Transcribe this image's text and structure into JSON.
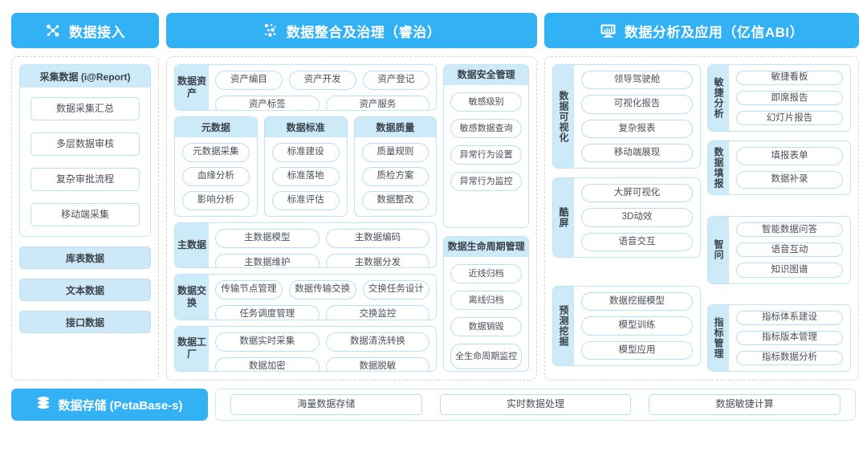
{
  "columns": {
    "ingest": {
      "header": {
        "title": "数据接入",
        "icon": "nodes-network-icon",
        "color": "#33b1f5"
      },
      "card": {
        "title": "采集数据 (i@Report)",
        "items": [
          "数据采集汇总",
          "多层数据审核",
          "复杂审批流程",
          "移动端采集"
        ]
      },
      "standalone": [
        "库表数据",
        "文本数据",
        "接口数据"
      ]
    },
    "govern": {
      "header": {
        "title": "数据整合及治理（睿治）",
        "icon": "data-dots-icon",
        "color": "#33b1f5"
      },
      "groups": [
        {
          "label": "数据资产",
          "rows": [
            [
              "资产编目",
              "资产开发",
              "资产登记"
            ],
            [
              "资产标签",
              "资产服务"
            ]
          ]
        },
        {
          "label": "主数据",
          "rows": [
            [
              "主数据模型",
              "主数据编码"
            ],
            [
              "主数据维护",
              "主数据分发"
            ]
          ]
        },
        {
          "label": "数据交换",
          "rows": [
            [
              "传输节点管理",
              "数据传输交换",
              "交换任务设计"
            ],
            [
              "任务调度管理",
              "交换监控"
            ]
          ]
        },
        {
          "label": "数据工厂",
          "rows": [
            [
              "数据实时采集",
              "数据清洗转换"
            ],
            [
              "数据加密",
              "数据脱敏"
            ]
          ]
        }
      ],
      "subcards": [
        {
          "title": "元数据",
          "items": [
            "元数据采集",
            "血缘分析",
            "影响分析"
          ]
        },
        {
          "title": "数据标准",
          "items": [
            "标准建设",
            "标准落地",
            "标准评估"
          ]
        },
        {
          "title": "数据质量",
          "items": [
            "质量规则",
            "质检方案",
            "数据整改"
          ]
        }
      ],
      "sidecards": [
        {
          "title": "数据安全管理",
          "items": [
            "敏感级别",
            "敏感数据查询",
            "异常行为设置",
            "异常行为监控"
          ]
        },
        {
          "title": "数据生命周期管理",
          "items": [
            "近线归档",
            "离线归档",
            "数据销毁",
            "全生命周期监控"
          ]
        }
      ]
    },
    "analyze": {
      "header": {
        "title": "数据分析及应用（亿信ABI）",
        "icon": "monitor-chart-icon",
        "color": "#33b1f5"
      },
      "left_groups": [
        {
          "label": "数据可视化",
          "items": [
            "领导驾驶舱",
            "可视化报告",
            "复杂报表",
            "移动端展现"
          ]
        },
        {
          "label": "酷屏",
          "items": [
            "大屏可视化",
            "3D动效",
            "语音交互"
          ]
        },
        {
          "label": "预测挖掘",
          "items": [
            "数据挖掘模型",
            "模型训练",
            "模型应用"
          ]
        }
      ],
      "right_groups": [
        {
          "label": "敏捷分析",
          "items": [
            "敏捷看板",
            "即席报告",
            "幻灯片报告"
          ]
        },
        {
          "label": "数据填报",
          "items": [
            "填报表单",
            "数据补录"
          ]
        },
        {
          "label": "智问",
          "items": [
            "智能数据问答",
            "语音互动",
            "知识图谱"
          ]
        },
        {
          "label": "指标管理",
          "items": [
            "指标体系建设",
            "指标版本管理",
            "指标数据分析"
          ]
        }
      ]
    }
  },
  "storage": {
    "pill": {
      "title": "数据存储 (PetaBase-s)",
      "icon": "database-icon",
      "color": "#33b1f5"
    },
    "items": [
      "海量数据存储",
      "实时数据处理",
      "数据敏捷计算"
    ]
  }
}
